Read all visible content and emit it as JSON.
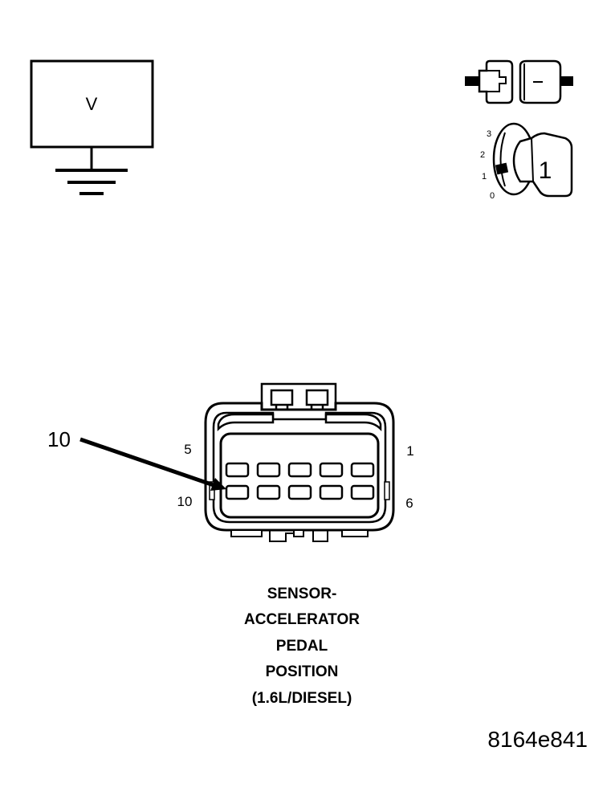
{
  "voltmeter": {
    "symbol": "V"
  },
  "ignition": {
    "positions": [
      "3",
      "2",
      "1",
      "0"
    ],
    "key_label": "1"
  },
  "connector": {
    "callout": "10",
    "pin_labels": {
      "top_left": "5",
      "top_right": "1",
      "bottom_left": "10",
      "bottom_right": "6"
    }
  },
  "title_lines": [
    "SENSOR-",
    "ACCELERATOR",
    "PEDAL",
    "POSITION",
    "(1.6L/DIESEL)"
  ],
  "figure_id": "8164e841"
}
